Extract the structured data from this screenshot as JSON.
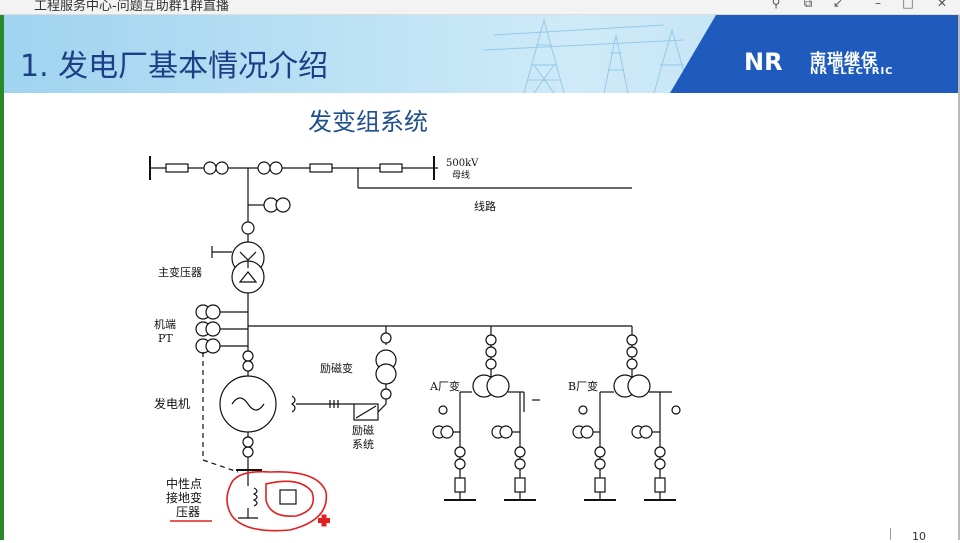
{
  "window": {
    "title": "工程服务中心-问题互助群1群直播",
    "controls": [
      "pin-icon",
      "popout-icon",
      "collapse-icon",
      "minimize-icon",
      "maximize-icon",
      "close-icon"
    ]
  },
  "slide": {
    "heading": "1. 发电厂基本情况介绍",
    "logo": {
      "mark": "NR",
      "cn": "南瑞继保",
      "en": "NR ELECTRIC"
    },
    "title": "发变组系统",
    "page_number": "10"
  },
  "diagram": {
    "labels": {
      "bus": "500kV",
      "bus_sub": "母线",
      "line": "线路",
      "main_transformer": "主变压器",
      "terminal_pt_1": "机端",
      "terminal_pt_2": "PT",
      "generator": "发电机",
      "excitation_transformer": "励磁变",
      "excitation_system_1": "励磁",
      "excitation_system_2": "系统",
      "aux_transformer_a": "A厂变",
      "aux_transformer_b": "B厂变",
      "neutral_1": "中性点",
      "neutral_2": "接地变",
      "neutral_3": "压器"
    }
  },
  "colors": {
    "banner_blue": "#1f5bbd",
    "heading_blue": "#1c3f86",
    "annotation_red": "#e02020"
  }
}
